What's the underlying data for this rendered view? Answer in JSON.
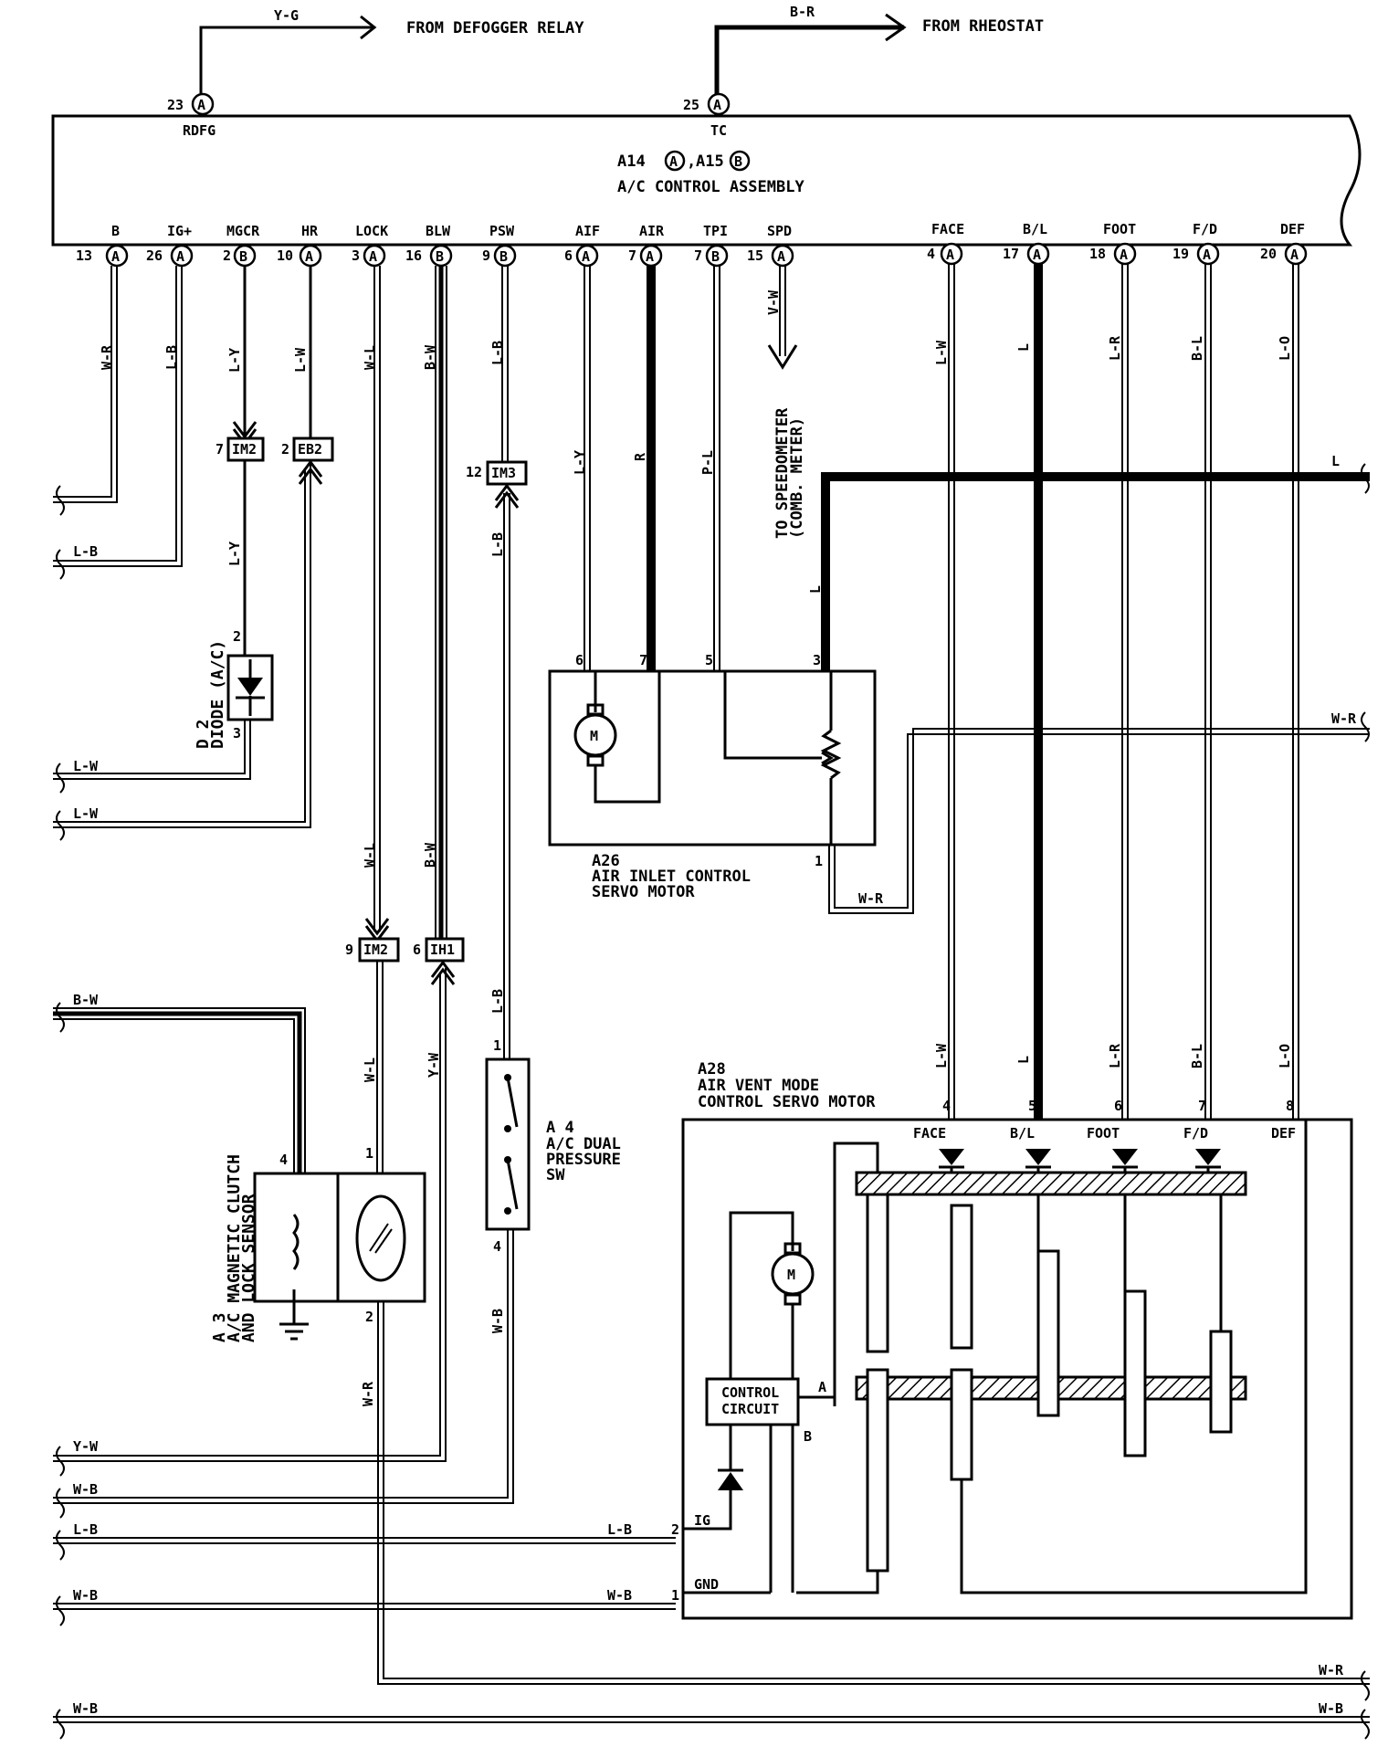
{
  "top": {
    "defogger_wire": "Y-G",
    "defogger_label": "FROM DEFOGGER RELAY",
    "rheostat_wire": "B-R",
    "rheostat_label": "FROM RHEOSTAT",
    "rdfg_pin": "23",
    "rdfg_conn": "A",
    "rdfg_name": "RDFG",
    "tc_pin": "25",
    "tc_conn": "A",
    "tc_name": "TC"
  },
  "assembly": {
    "id1": "A14",
    "c1": "A",
    "sep": ",",
    "id2": "A15",
    "c2": "B",
    "title": "A/C CONTROL ASSEMBLY"
  },
  "terminals": [
    {
      "name": "B",
      "pin": "13",
      "conn": "A",
      "wire": "W-R"
    },
    {
      "name": "IG+",
      "pin": "26",
      "conn": "A",
      "wire": "L-B"
    },
    {
      "name": "MGCR",
      "pin": "2",
      "conn": "B",
      "wire": "L-Y"
    },
    {
      "name": "HR",
      "pin": "10",
      "conn": "A",
      "wire": "L-W"
    },
    {
      "name": "LOCK",
      "pin": "3",
      "conn": "A",
      "wire": "W-L"
    },
    {
      "name": "BLW",
      "pin": "16",
      "conn": "B",
      "wire": "B-W"
    },
    {
      "name": "PSW",
      "pin": "9",
      "conn": "B",
      "wire": "L-B"
    },
    {
      "name": "AIF",
      "pin": "6",
      "conn": "A",
      "wire": "L-Y"
    },
    {
      "name": "AIR",
      "pin": "7",
      "conn": "A",
      "wire": "R"
    },
    {
      "name": "TPI",
      "pin": "7",
      "conn": "B",
      "wire": "P-L"
    },
    {
      "name": "SPD",
      "pin": "15",
      "conn": "A",
      "wire": "V-W"
    },
    {
      "name": "FACE",
      "pin": "4",
      "conn": "A",
      "wire": "L-W"
    },
    {
      "name": "B/L",
      "pin": "17",
      "conn": "A",
      "wire": "L"
    },
    {
      "name": "FOOT",
      "pin": "18",
      "conn": "A",
      "wire": "L-R"
    },
    {
      "name": "F/D",
      "pin": "19",
      "conn": "A",
      "wire": "B-L"
    },
    {
      "name": "DEF",
      "pin": "20",
      "conn": "A",
      "wire": "L-O"
    }
  ],
  "speedometer": "TO SPEEDOMETER",
  "speedometer2": "(COMB. METER)",
  "junctions": {
    "im2a_pin": "7",
    "im2a": "IM2",
    "eb2_pin": "2",
    "eb2": "EB2",
    "im3_pin": "12",
    "im3": "IM3",
    "im2b_pin": "9",
    "im2b": "IM2",
    "ih1_pin": "6",
    "ih1": "IH1"
  },
  "left_wires": {
    "w1": "L-B",
    "w2": "L-W",
    "w3": "L-W",
    "w4": "B-W",
    "w5": "Y-W",
    "w6": "W-B",
    "w7": "L-B",
    "w8": "W-B",
    "w9": "W-B"
  },
  "right_wires": {
    "l": "L",
    "wr1": "W-R",
    "wr2": "W-R",
    "wb": "W-B"
  },
  "diode": {
    "id": "D 2",
    "name": "DIODE (A/C)",
    "pin_top": "2",
    "pin_bot": "3",
    "wire_bot": "L-Y"
  },
  "a26": {
    "id": "A26",
    "name1": "AIR INLET CONTROL",
    "name2": "SERVO MOTOR",
    "p6": "6",
    "p7": "7",
    "p5": "5",
    "p3": "3",
    "p1": "1",
    "wire_out": "W-R",
    "motor": "M"
  },
  "a4": {
    "id": "A 4",
    "name1": "A/C DUAL",
    "name2": "PRESSURE",
    "name3": "SW",
    "p1": "1",
    "p4": "4",
    "wire_in": "L-B",
    "wire_out": "W-B"
  },
  "a3": {
    "id": "A 3",
    "name1": "A/C MAGNETIC CLUTCH",
    "name2": "AND LOCK SENSOR",
    "p4": "4",
    "p1": "1",
    "p2": "2",
    "wire_lock": "W-L",
    "wire_blw": "Y-W",
    "wire_out": "W-R"
  },
  "a28": {
    "id": "A28",
    "name1": "AIR VENT MODE",
    "name2": "CONTROL SERVO MOTOR",
    "pins": [
      "4",
      "5",
      "6",
      "7",
      "8"
    ],
    "ports": [
      "FACE",
      "B/L",
      "FOOT",
      "F/D",
      "DEF"
    ],
    "wires": [
      "L-W",
      "L",
      "L-R",
      "B-L",
      "L-O"
    ],
    "cc1": "CONTROL",
    "cc2": "CIRCUIT",
    "cc_a": "A",
    "cc_b": "B",
    "ig_pin": "2",
    "ig": "IG",
    "ig_wire": "L-B",
    "gnd_pin": "1",
    "gnd": "GND",
    "gnd_wire": "W-B",
    "motor": "M"
  }
}
